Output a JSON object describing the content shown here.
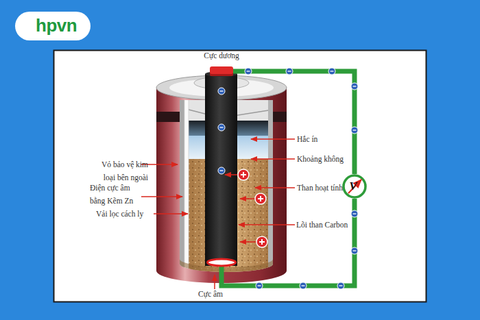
{
  "diagram": {
    "nodes": [
      {
        "text": [
          "Cực dương"
        ]
      },
      {
        "text": [
          "V"
        ]
      },
      {
        "text": [
          "Cực âm"
        ]
      }
    ],
    "edges": [
      {
        "from": 0,
        "to": 1,
        "arrow": "none"
      },
      {
        "from": 1,
        "to": 2,
        "arrow": "none"
      }
    ],
    "labels": [
      "hpvn",
      "Hắc ín",
      "Khoảng không",
      "Than hoạt tính",
      "Lõi than Carbon",
      "Vỏ bảo vệ kim loại bên ngoài",
      "Điện cực âm bằng Kẽm Zn",
      "Vải lọc cách ly"
    ]
  }
}
